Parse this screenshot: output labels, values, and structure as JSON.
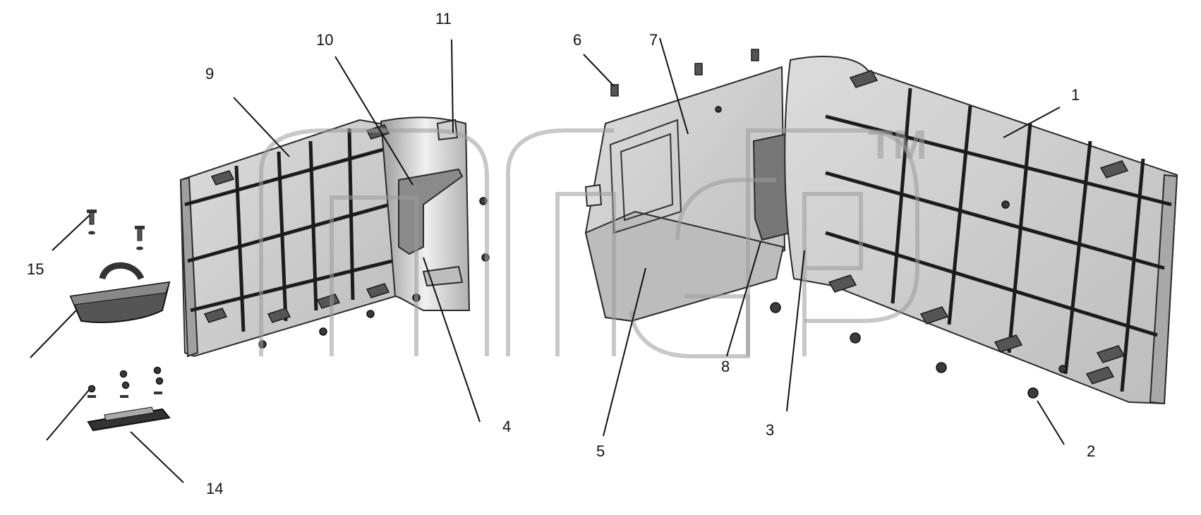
{
  "diagram": {
    "callouts": [
      {
        "id": "c1",
        "label": "1"
      },
      {
        "id": "c2",
        "label": "2"
      },
      {
        "id": "c3",
        "label": "3"
      },
      {
        "id": "c4",
        "label": "4"
      },
      {
        "id": "c5",
        "label": "5"
      },
      {
        "id": "c6",
        "label": "6"
      },
      {
        "id": "c7",
        "label": "7"
      },
      {
        "id": "c8",
        "label": "8"
      },
      {
        "id": "c9",
        "label": "9"
      },
      {
        "id": "c10",
        "label": "10"
      },
      {
        "id": "c11",
        "label": "11"
      },
      {
        "id": "c14",
        "label": "14"
      },
      {
        "id": "c15",
        "label": "15"
      }
    ]
  },
  "watermark": {
    "trademark": "TM"
  },
  "colors": {
    "panel_fill": "#cfcfcf",
    "panel_shade": "#a9a9a9",
    "line": "#111111",
    "watermark": "#9a9a9a"
  }
}
